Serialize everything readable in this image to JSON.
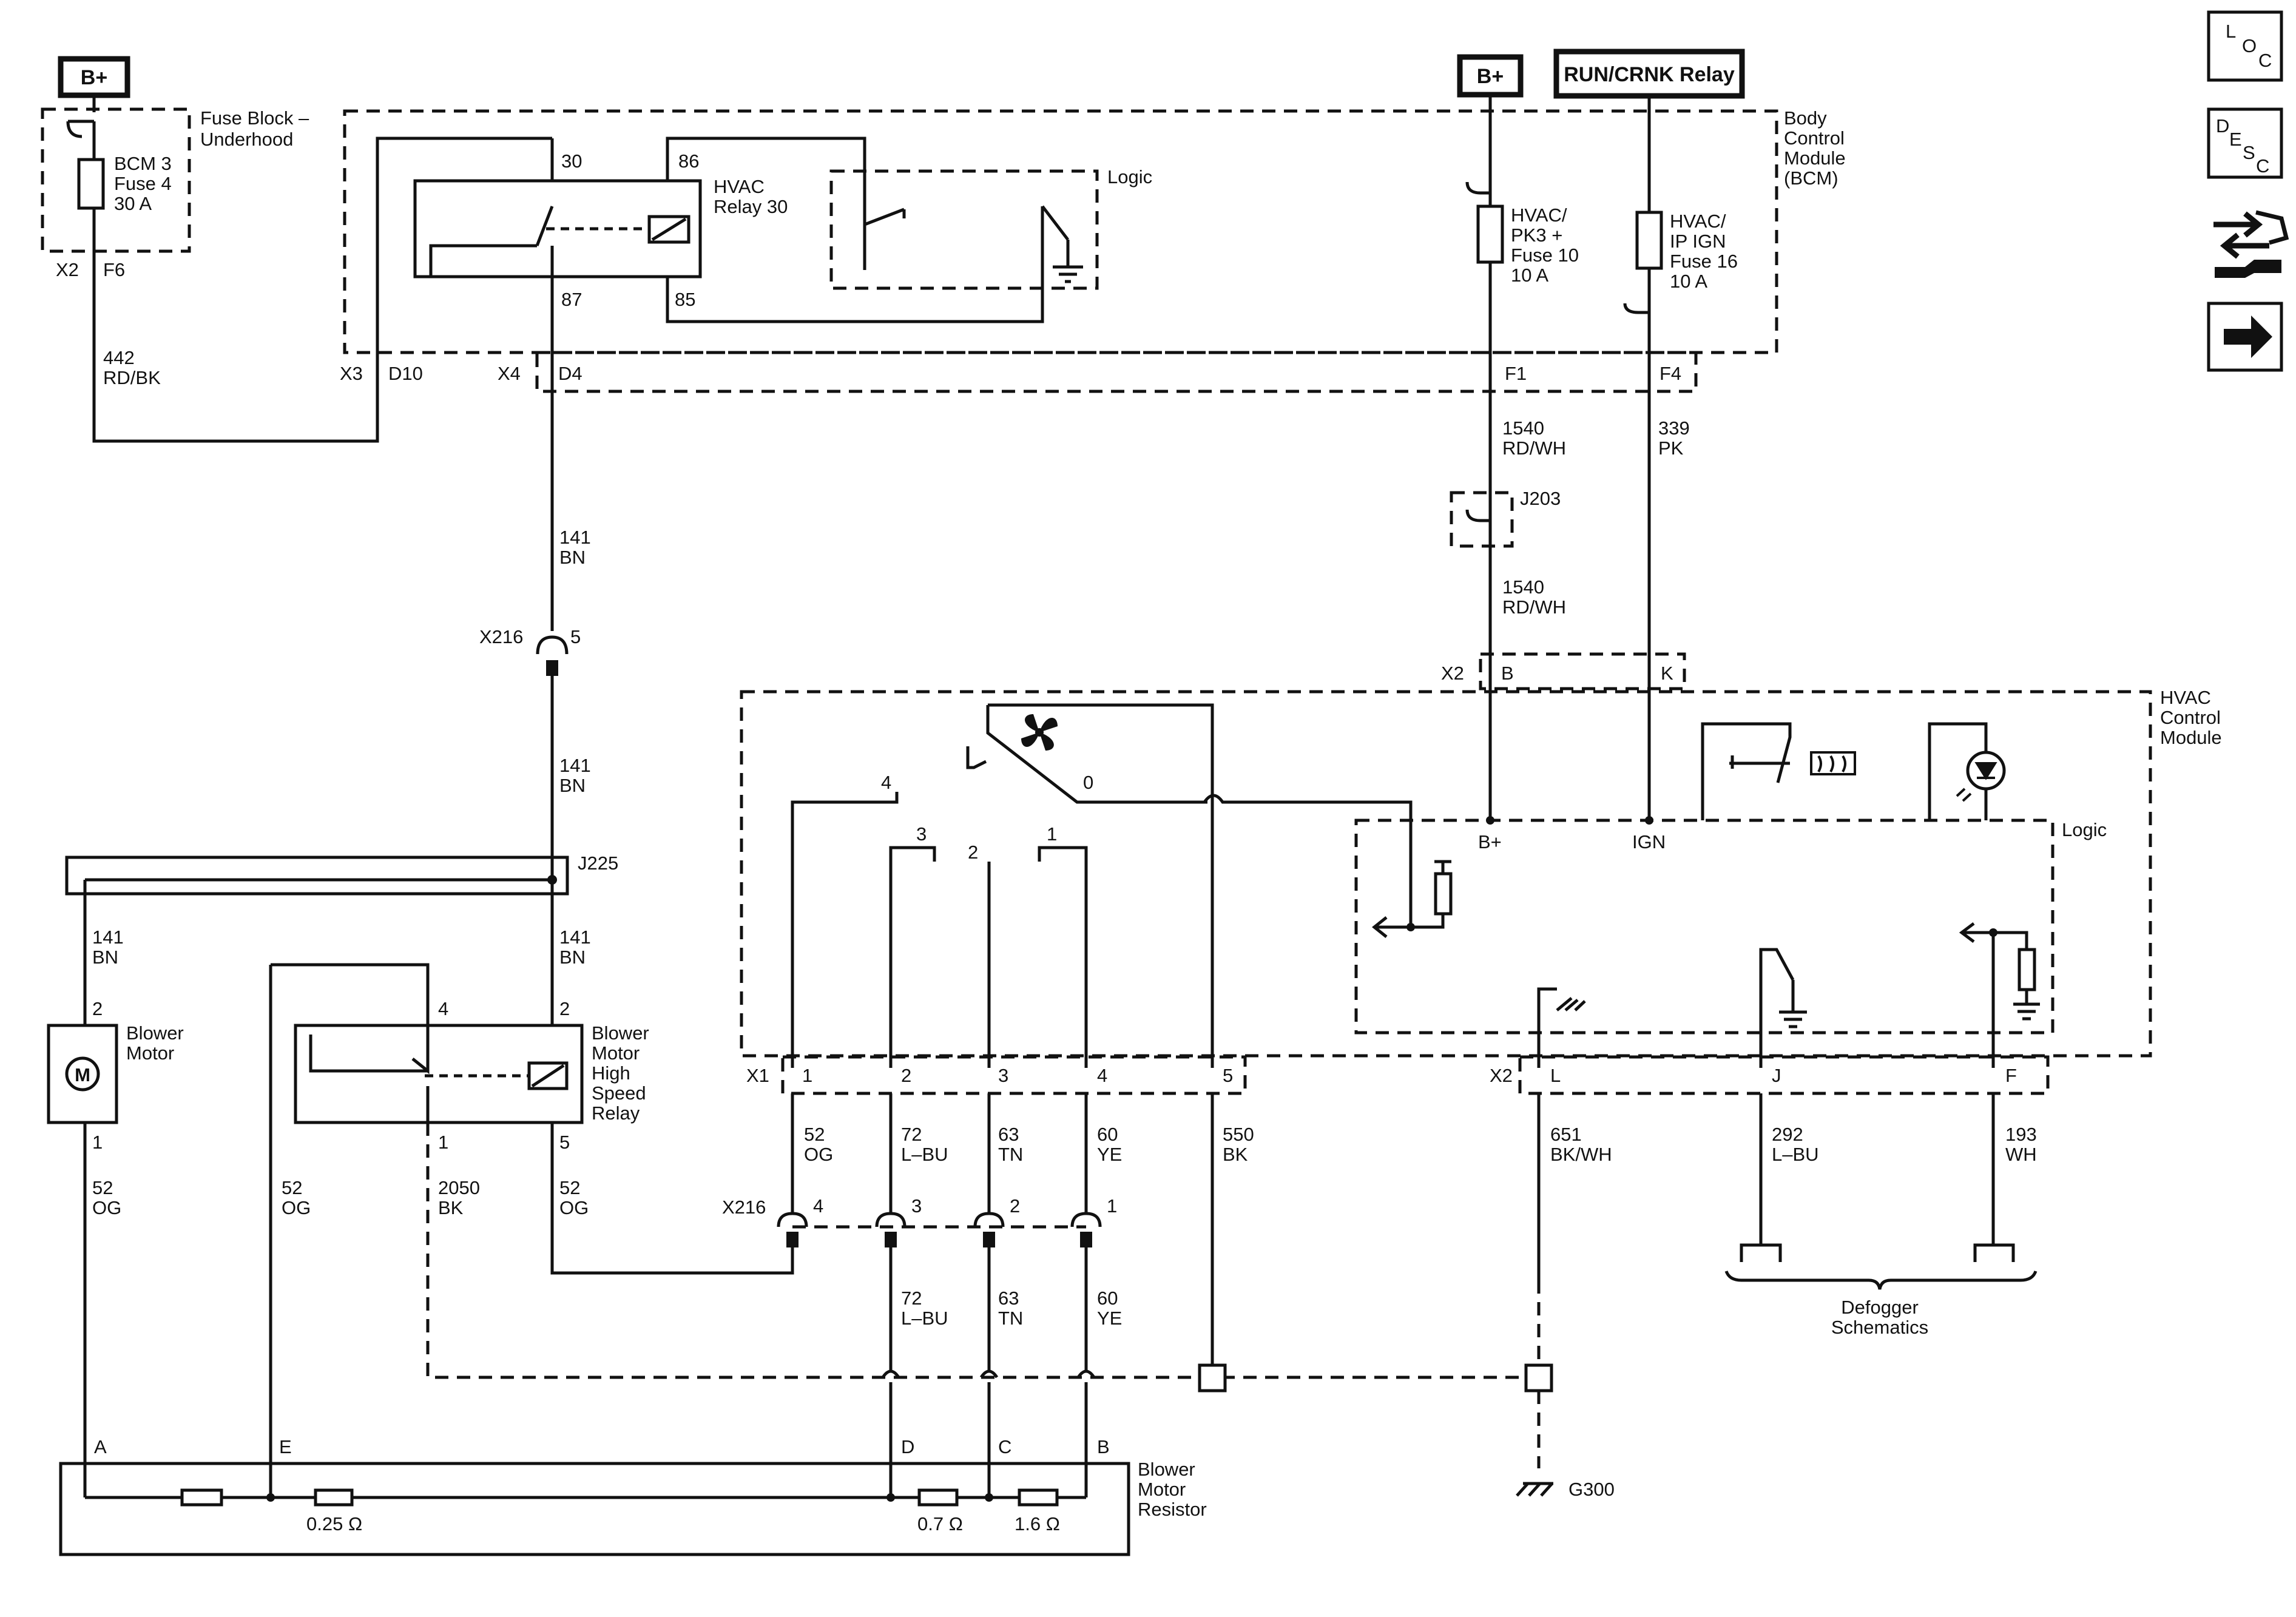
{
  "power": {
    "bplus_left": "B+",
    "bplus_right": "B+",
    "run_crnk": "RUN/CRNK Relay"
  },
  "fuse_block": {
    "title_1": "Fuse Block –",
    "title_2": "Underhood",
    "fuse_1": "BCM 3",
    "fuse_2": "Fuse 4",
    "fuse_3": "30 A",
    "conn_x2": "X2",
    "pin_f6": "F6"
  },
  "bcm": {
    "title": [
      "Body",
      "Control",
      "Module",
      "(BCM)"
    ],
    "relay_name_1": "HVAC",
    "relay_name_2": "Relay 30",
    "logic": "Logic",
    "p30": "30",
    "p86": "86",
    "p87": "87",
    "p85": "85",
    "x3": "X3",
    "d10": "D10",
    "x4": "X4",
    "d4": "D4",
    "f1": "F1",
    "f4": "F4",
    "fuse_a": [
      "HVAC/",
      "PK3 +",
      "Fuse 10",
      "10 A"
    ],
    "fuse_b": [
      "HVAC/",
      "IP IGN",
      "Fuse 16",
      "10 A"
    ]
  },
  "wires": {
    "w442": [
      "442",
      "RD/BK"
    ],
    "w141a": [
      "141",
      "BN"
    ],
    "w141b": [
      "141",
      "BN"
    ],
    "w141c": [
      "141",
      "BN"
    ],
    "w141d": [
      "141",
      "BN"
    ],
    "w1540a": [
      "1540",
      "RD/WH"
    ],
    "w1540b": [
      "1540",
      "RD/WH"
    ],
    "w339": [
      "339",
      "PK"
    ],
    "w52a": [
      "52",
      "OG"
    ],
    "w52b": [
      "52",
      "OG"
    ],
    "w52c": [
      "52",
      "OG"
    ],
    "w52d": [
      "52",
      "OG"
    ],
    "w2050": [
      "2050",
      "BK"
    ],
    "w72a": [
      "72",
      "L–BU"
    ],
    "w63a": [
      "63",
      "TN"
    ],
    "w60a": [
      "60",
      "YE"
    ],
    "w550": [
      "550",
      "BK"
    ],
    "w72b": [
      "72",
      "L–BU"
    ],
    "w63b": [
      "63",
      "TN"
    ],
    "w60b": [
      "60",
      "YE"
    ],
    "w651": [
      "651",
      "BK/WH"
    ],
    "w292": [
      "292",
      "L–BU"
    ],
    "w193": [
      "193",
      "WH"
    ]
  },
  "connectors": {
    "j203": "J203",
    "x216_top": "X216",
    "x216_top_pin": "5",
    "j225": "J225",
    "x216_bot": "X216",
    "x216_pins": [
      "4",
      "3",
      "2",
      "1"
    ],
    "x2_top": "X2",
    "x2_b": "B",
    "x2_k": "K"
  },
  "hvac": {
    "title": [
      "HVAC",
      "Control",
      "Module"
    ],
    "logic": "Logic",
    "bplus_pin": "B+",
    "ign_pin": "IGN",
    "sw_pos": [
      "4",
      "3",
      "2",
      "1",
      "0"
    ],
    "x1": "X1",
    "x1_pins": [
      "1",
      "2",
      "3",
      "4",
      "5"
    ],
    "x2": "X2",
    "x2_pins": [
      "L",
      "J",
      "F"
    ]
  },
  "blower_motor": {
    "label": [
      "Blower",
      "Motor"
    ],
    "symbol": "M",
    "pin_top": "2",
    "pin_bottom": "1"
  },
  "hs_relay": {
    "label": [
      "Blower",
      "Motor",
      "High",
      "Speed",
      "Relay"
    ],
    "p4": "4",
    "p2": "2",
    "p1": "1",
    "p5": "5"
  },
  "resistor": {
    "label": [
      "Blower",
      "Motor",
      "Resistor"
    ],
    "pins": [
      "A",
      "E",
      "D",
      "C",
      "B"
    ],
    "r1": "0.25 Ω",
    "r2": "0.7 Ω",
    "r3": "1.6 Ω"
  },
  "ground": {
    "g300": "G300"
  },
  "defogger": {
    "label_1": "Defogger",
    "label_2": "Schematics"
  },
  "nav": {
    "loc": [
      "L",
      "O",
      "C"
    ],
    "desc": [
      "D",
      "E",
      "S",
      "C"
    ],
    "connector_icon": "connector-exchange-icon",
    "next_icon": "right-arrow-icon"
  }
}
